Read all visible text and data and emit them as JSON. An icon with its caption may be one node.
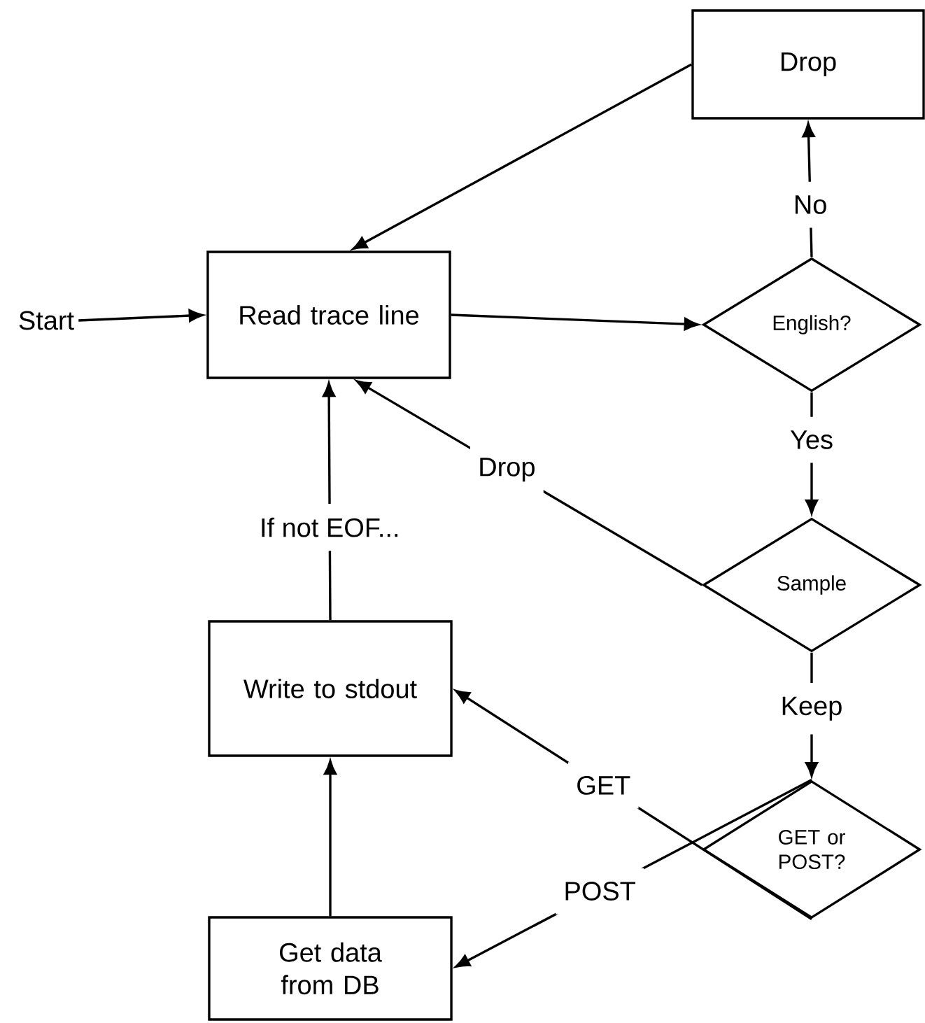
{
  "diagram": {
    "nodes": [
      {
        "text": [
          "Drop"
        ]
      },
      {
        "text": [
          "Start"
        ]
      },
      {
        "text": [
          "Read trace line"
        ]
      },
      {
        "text": [
          "English?"
        ]
      },
      {
        "text": [
          "Sample"
        ]
      },
      {
        "text": [
          "GET or POST?"
        ]
      },
      {
        "text": [
          "Write to stdout"
        ]
      },
      {
        "text": [
          "Get data from DB"
        ]
      }
    ],
    "edges": [
      {
        "from": 1,
        "to": 2,
        "arrow": "to"
      },
      {
        "from": 2,
        "to": 3,
        "arrow": "to"
      },
      {
        "from": 3,
        "to": 0,
        "label": "No",
        "arrow": "to"
      },
      {
        "from": 0,
        "to": 2,
        "arrow": "to"
      },
      {
        "from": 3,
        "to": 4,
        "label": "Yes",
        "arrow": "to"
      },
      {
        "from": 4,
        "to": 2,
        "label": "Drop",
        "arrow": "to"
      },
      {
        "from": 4,
        "to": 5,
        "label": "Keep",
        "arrow": "to"
      },
      {
        "from": 5,
        "to": 6,
        "label": "GET",
        "arrow": "to"
      },
      {
        "from": 5,
        "to": 7,
        "label": "POST",
        "arrow": "to"
      },
      {
        "from": 7,
        "to": 6,
        "arrow": "to"
      },
      {
        "from": 6,
        "to": 2,
        "label": "If not EOF...",
        "arrow": "to"
      }
    ]
  }
}
